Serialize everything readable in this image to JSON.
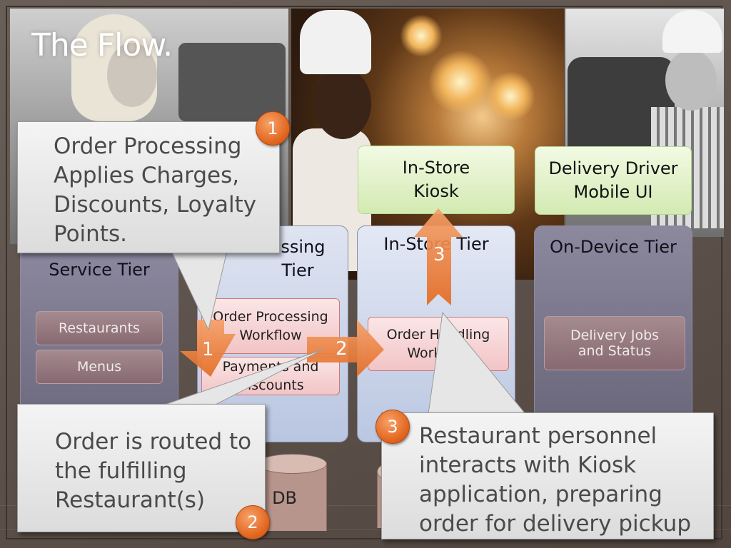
{
  "slide": {
    "title": "The Flow."
  },
  "photos": {
    "left": "customer-photo",
    "middle": "chef-photo",
    "right": "delivery-driver-photo"
  },
  "ui": {
    "kiosk": "In-Store\nKiosk",
    "driver": "Delivery Driver\nMobile UI"
  },
  "tiers": {
    "service": {
      "title": "Service Tier",
      "components": [
        "Restaurants",
        "Menus"
      ]
    },
    "processing": {
      "title": "Order Processing\nTier",
      "visible_title": "essing\nTier",
      "components": [
        "Order Processing\nWorkflow",
        "Payments and\nDiscounts"
      ]
    },
    "instore": {
      "title": "In-Store Tier",
      "components": [
        "Order Handling\nWorkflow"
      ]
    },
    "device": {
      "title": "On-Device Tier",
      "components": [
        "Delivery Jobs\nand Status"
      ]
    }
  },
  "database": {
    "label": "le DB"
  },
  "callouts": [
    {
      "number": "1",
      "text": "Order Processing Applies Charges, Discounts, Loyalty Points."
    },
    {
      "number": "2",
      "text": "Order is routed to the fulfilling Restaurant(s)"
    },
    {
      "number": "3",
      "text": "Restaurant personnel interacts with Kiosk application, preparing order for delivery pickup"
    }
  ],
  "arrows": [
    {
      "number": "1"
    },
    {
      "number": "2"
    },
    {
      "number": "3"
    }
  ],
  "colors": {
    "badge": "#e2661f",
    "arrow": "#ee7d3a",
    "background": "#5b504a"
  }
}
